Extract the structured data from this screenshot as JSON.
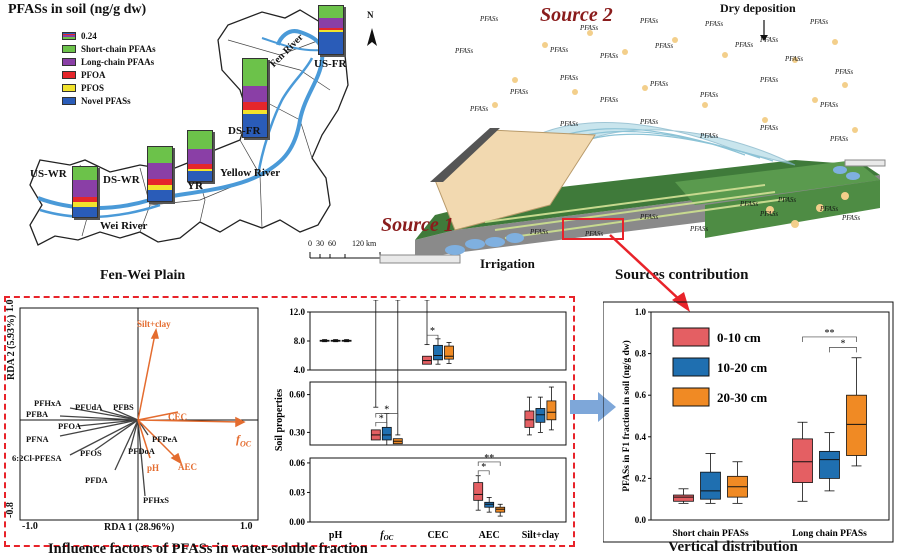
{
  "map": {
    "title": "PFASs in soil (ng/g dw)",
    "subtitle": "Fen-Wei Plain",
    "north": "N",
    "legend": [
      {
        "label": "0.24",
        "color": "#2f6b3a"
      },
      {
        "label": "Short-chain PFAAs",
        "color": "#6cc24a"
      },
      {
        "label": "Long-chain PFAAs",
        "color": "#8a3fa6"
      },
      {
        "label": "PFOA",
        "color": "#e5262b"
      },
      {
        "label": "PFOS",
        "color": "#f2e32c"
      },
      {
        "label": "Novel PFASs",
        "color": "#2a5cb8"
      }
    ],
    "sites": [
      "US-WR",
      "DS-WR",
      "YR",
      "DS-FR",
      "US-FR"
    ],
    "rivers": [
      "Fen River",
      "Yellow River",
      "Wei River"
    ],
    "scale": {
      "ticks": [
        "0",
        "30",
        "60",
        "120 km"
      ]
    }
  },
  "scene": {
    "source1": "Source 1",
    "source2": "Source 2",
    "dry_deposition": "Dry deposition",
    "irrigation": "Irrigation",
    "particle_label": "PFASs",
    "caption": "Sources contribution"
  },
  "rda": {
    "caption": "Influence factors of PFASs in water-soluble fraction",
    "xlabel": "RDA 1 (28.96%)",
    "ylabel": "RDA 2 (5.93%)",
    "xticks": [
      "-1.0",
      "1.0"
    ],
    "yticks": [
      "1.0",
      "-0.8"
    ],
    "species": [
      "PFHxA",
      "PFUdA",
      "PFBS",
      "PFBA",
      "PFOA",
      "PFNA",
      "6:2Cl-PFESA",
      "PFOS",
      "PFDoA",
      "PFDA",
      "PFPeA",
      "PFHxS"
    ],
    "env": [
      "Silt+clay",
      "CEC",
      "AEC",
      "pH"
    ],
    "env_foc": "f",
    "env_foc_sub": "OC"
  },
  "chart_data": [
    {
      "type": "box",
      "ylabel": "Soil properties",
      "categories": [
        "pH",
        "foc",
        "CEC",
        "AEC",
        "Silt+clay"
      ],
      "yticks": [
        "0.00",
        "0.03",
        "0.06",
        "0.30",
        "0.60",
        "4.0",
        "8.0",
        "12.0"
      ],
      "series": [
        {
          "values": [
            {
              "min": 7.9,
              "q1": 8.0,
              "median": 8.05,
              "q3": 8.1,
              "max": 8.2
            },
            {
              "min": 0.19,
              "q1": 0.24,
              "median": 0.28,
              "q3": 0.32,
              "max": 0.5
            },
            {
              "min": 3.8,
              "q1": 4.8,
              "median": 5.3,
              "q3": 5.9,
              "max": 7.5
            },
            {
              "min": 0.012,
              "q1": 0.022,
              "median": 0.028,
              "q3": 0.04,
              "max": 0.047
            },
            {
              "min": 0.28,
              "q1": 0.34,
              "median": 0.4,
              "q3": 0.47,
              "max": 0.58
            }
          ]
        },
        {
          "values": [
            {
              "min": 7.9,
              "q1": 8.0,
              "median": 8.05,
              "q3": 8.1,
              "max": 8.2
            },
            {
              "min": 0.2,
              "q1": 0.24,
              "median": 0.28,
              "q3": 0.34,
              "max": 0.45
            },
            {
              "min": 4.8,
              "q1": 5.4,
              "median": 6.0,
              "q3": 7.4,
              "max": 8.3
            },
            {
              "min": 0.01,
              "q1": 0.015,
              "median": 0.018,
              "q3": 0.02,
              "max": 0.025
            },
            {
              "min": 0.3,
              "q1": 0.38,
              "median": 0.44,
              "q3": 0.49,
              "max": 0.58
            }
          ]
        },
        {
          "values": [
            {
              "min": 7.9,
              "q1": 8.0,
              "median": 8.05,
              "q3": 8.1,
              "max": 8.2
            },
            {
              "min": 0.18,
              "q1": 0.21,
              "median": 0.23,
              "q3": 0.25,
              "max": 0.28
            },
            {
              "min": 4.9,
              "q1": 5.5,
              "median": 5.9,
              "q3": 7.3,
              "max": 7.8
            },
            {
              "min": 0.006,
              "q1": 0.01,
              "median": 0.013,
              "q3": 0.015,
              "max": 0.018
            },
            {
              "min": 0.32,
              "q1": 0.4,
              "median": 0.46,
              "q3": 0.55,
              "max": 0.66
            }
          ]
        }
      ],
      "significance": [
        {
          "category": "foc",
          "label": "*"
        },
        {
          "category": "foc",
          "label": "*"
        },
        {
          "category": "CEC",
          "label": "*"
        },
        {
          "category": "AEC",
          "label": "*"
        },
        {
          "category": "AEC",
          "label": "**"
        }
      ]
    },
    {
      "type": "box",
      "caption": "Vertical distribution",
      "ylabel": "PFASs in F1 fraction in soil (ng/g dw)",
      "categories": [
        "Short chain PFASs",
        "Long chain PFASs"
      ],
      "ylim": [
        0.0,
        1.0
      ],
      "yticks": [
        "0.0",
        "0.2",
        "0.4",
        "0.6",
        "0.8",
        "1.0"
      ],
      "series": [
        {
          "name": "0-10 cm",
          "color": "#e45f63",
          "values": [
            {
              "min": 0.08,
              "q1": 0.09,
              "median": 0.11,
              "q3": 0.12,
              "max": 0.15
            },
            {
              "min": 0.09,
              "q1": 0.18,
              "median": 0.28,
              "q3": 0.39,
              "max": 0.47
            }
          ]
        },
        {
          "name": "10-20 cm",
          "color": "#1f6fb0",
          "values": [
            {
              "min": 0.08,
              "q1": 0.1,
              "median": 0.14,
              "q3": 0.23,
              "max": 0.32
            },
            {
              "min": 0.14,
              "q1": 0.2,
              "median": 0.29,
              "q3": 0.33,
              "max": 0.42
            }
          ]
        },
        {
          "name": "20-30 cm",
          "color": "#f08a24",
          "values": [
            {
              "min": 0.08,
              "q1": 0.11,
              "median": 0.16,
              "q3": 0.21,
              "max": 0.28
            },
            {
              "min": 0.26,
              "q1": 0.31,
              "median": 0.46,
              "q3": 0.6,
              "max": 0.78
            }
          ]
        }
      ],
      "significance": [
        {
          "category": "Long chain PFASs",
          "label": "**"
        },
        {
          "category": "Long chain PFASs",
          "label": "*"
        }
      ]
    }
  ]
}
